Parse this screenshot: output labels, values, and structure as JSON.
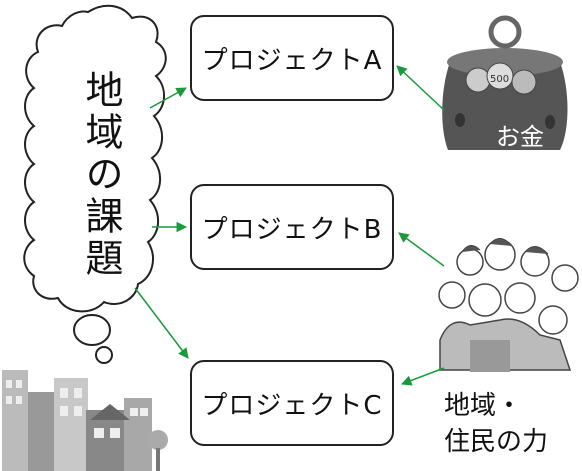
{
  "diagram": {
    "cloud_text": "地域の課題",
    "projects": [
      {
        "label": "プロジェクトA"
      },
      {
        "label": "プロジェクトB"
      },
      {
        "label": "プロジェクトC"
      }
    ],
    "resources": {
      "money": {
        "label": "お金",
        "coin_text": "500"
      },
      "community": {
        "line1": "地域・",
        "line2": "住民の力"
      }
    }
  },
  "colors": {
    "arrow": "#1a9a3a",
    "line": "#222222",
    "wallet": "#555555"
  }
}
